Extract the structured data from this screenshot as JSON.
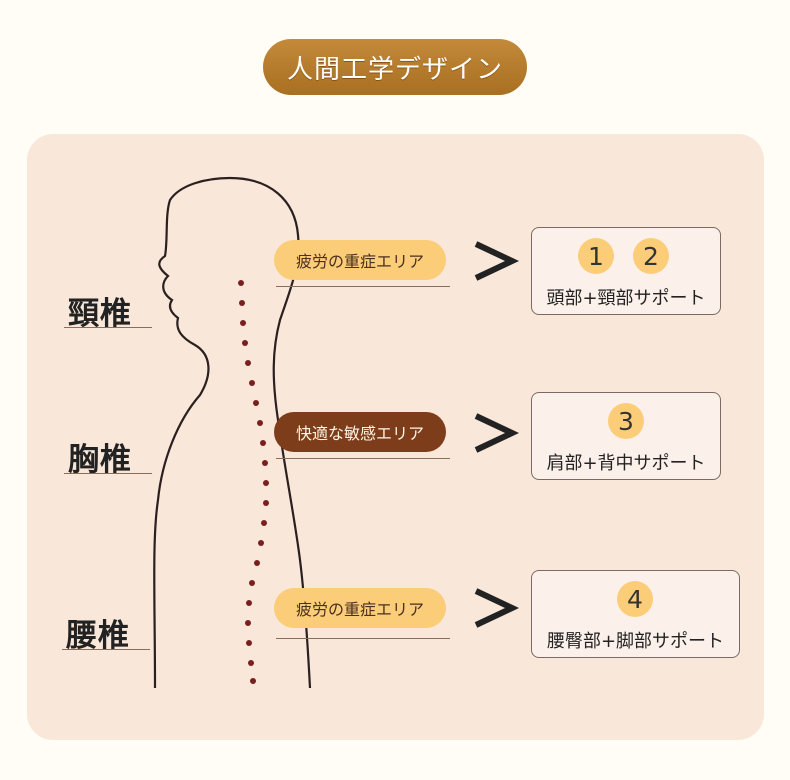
{
  "title": "人間工学デザイン",
  "spine": {
    "cervical": "頸椎",
    "thoracic": "胸椎",
    "lumbar": "腰椎"
  },
  "tags": [
    "疲労の重症エリア",
    "快適な敏感エリア",
    "疲労の重症エリア"
  ],
  "boxes": [
    {
      "nums": [
        "1",
        "2"
      ],
      "label": "頭部+頸部サポート"
    },
    {
      "nums": [
        "3"
      ],
      "label": "肩部+背中サポート"
    },
    {
      "nums": [
        "4"
      ],
      "label": "腰臀部+脚部サポート"
    }
  ],
  "colors": {
    "title_bg": "#b17a2c",
    "panel_bg": "#f9e7da",
    "tag_light": "#fbcd78",
    "tag_dark": "#7d3d1a",
    "spine_dots": "#7a1f1f"
  }
}
